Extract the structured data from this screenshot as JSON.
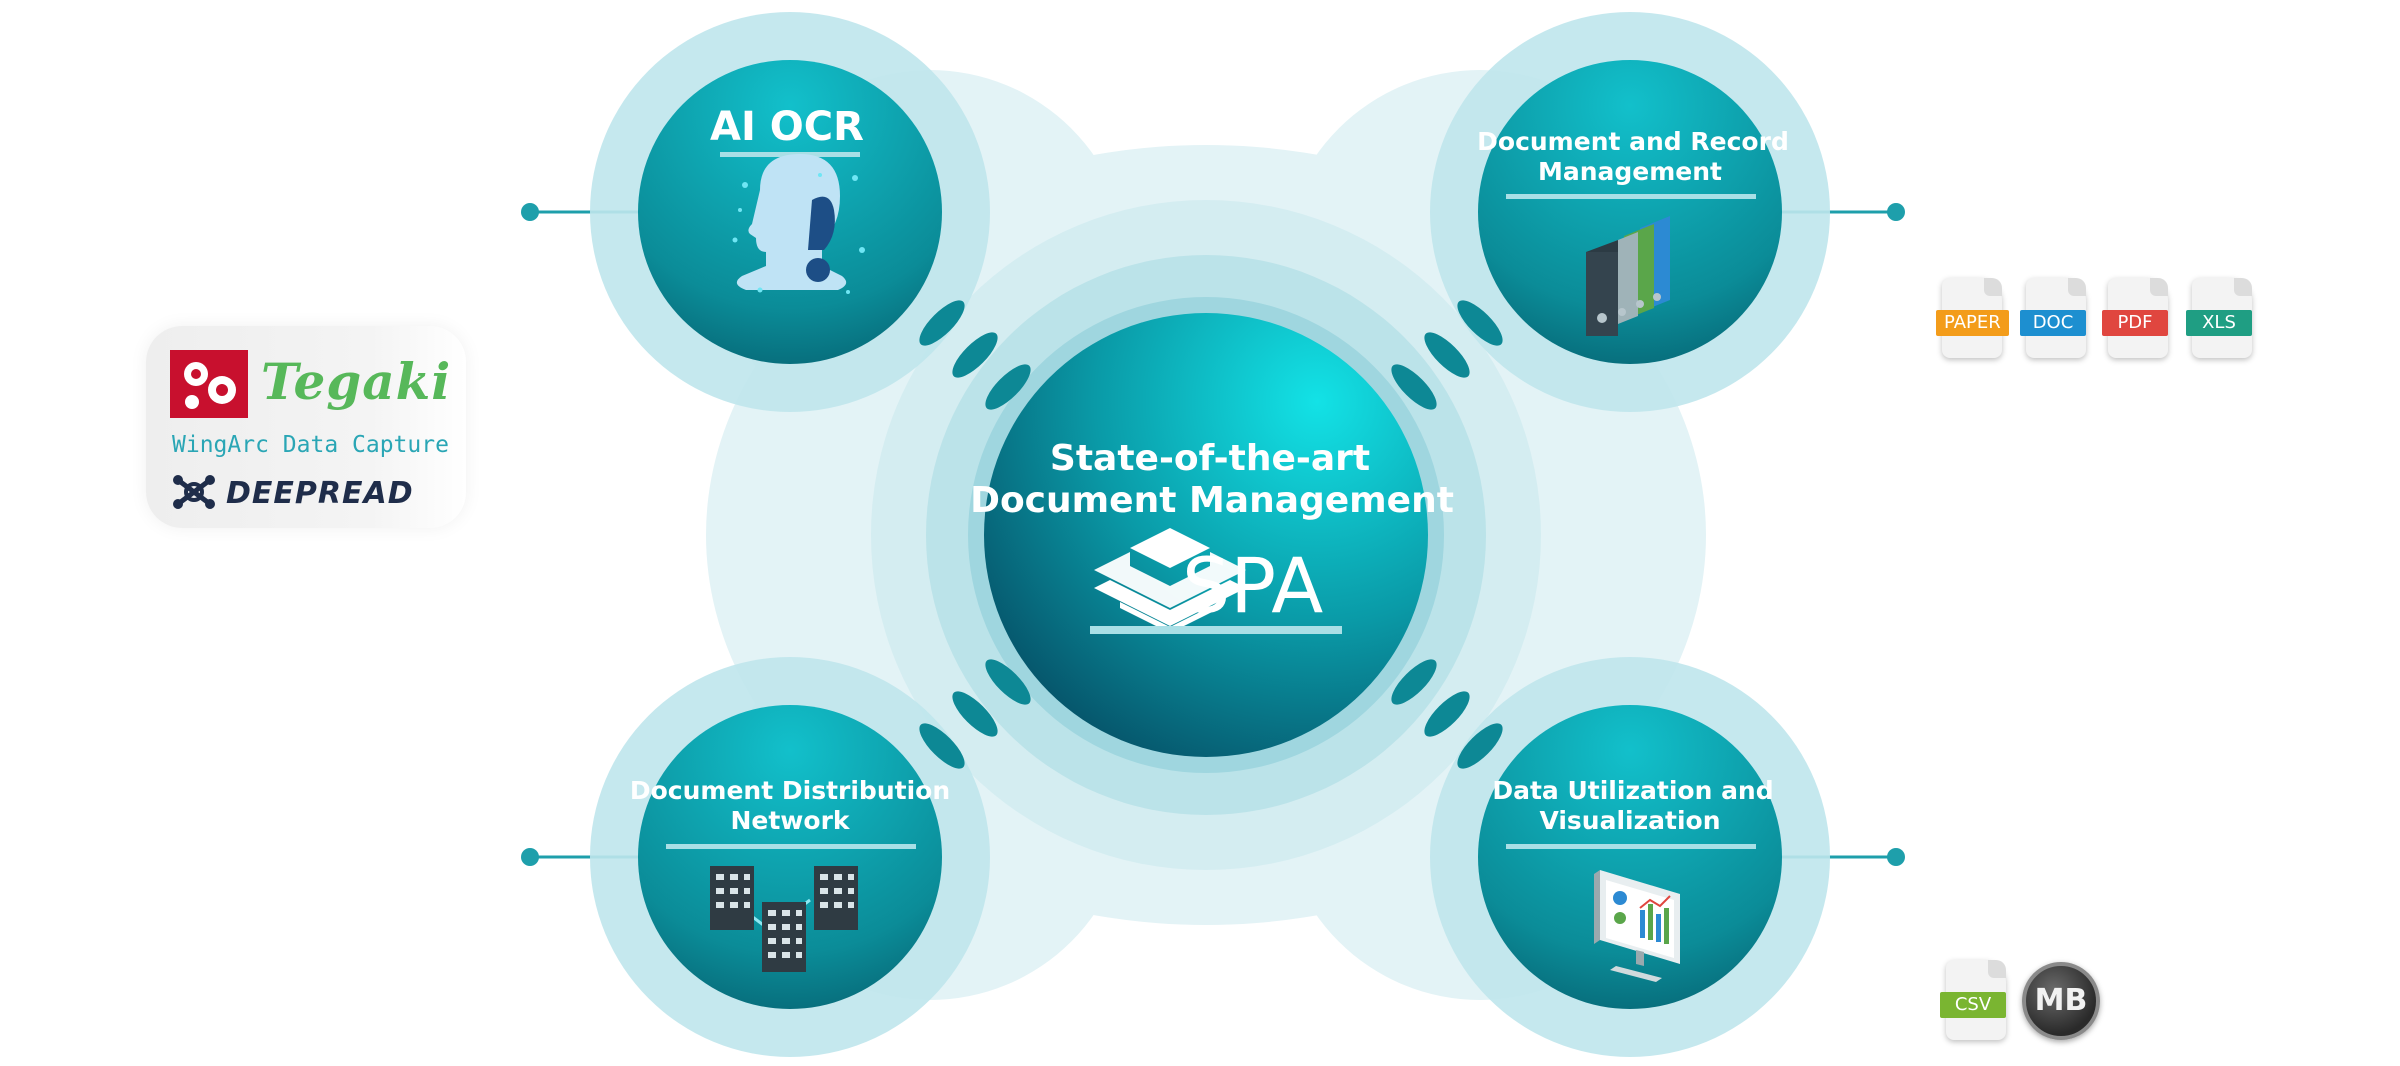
{
  "center": {
    "title_line1": "State-of-the-art",
    "title_line2": "Document Management",
    "product": "SPA"
  },
  "nodes": {
    "ai_ocr": {
      "title": "AI OCR"
    },
    "records": {
      "title_line1": "Document and Record",
      "title_line2": "Management"
    },
    "distribution": {
      "title_line1": "Document Distribution",
      "title_line2": "Network"
    },
    "visualization": {
      "title_line1": "Data Utilization and",
      "title_line2": "Visualization"
    }
  },
  "logos": {
    "tegaki": "Tegaki",
    "wingarc": "WingArc Data Capture",
    "deepread": "DEEPREAD"
  },
  "file_badges": {
    "paper": {
      "label": "PAPER",
      "color": "#f39c1a"
    },
    "doc": {
      "label": "DOC",
      "color": "#1d8fd0"
    },
    "pdf": {
      "label": "PDF",
      "color": "#e0463f"
    },
    "xls": {
      "label": "XLS",
      "color": "#1f9e83"
    },
    "csv": {
      "label": "CSV",
      "color": "#7ab531"
    }
  },
  "mb_logo": "MB",
  "colors": {
    "teal_dark": "#0b7d8a",
    "teal_light": "#14b8c4",
    "halo": "#bfe6ec",
    "background_blob": "#e3f3f6"
  }
}
